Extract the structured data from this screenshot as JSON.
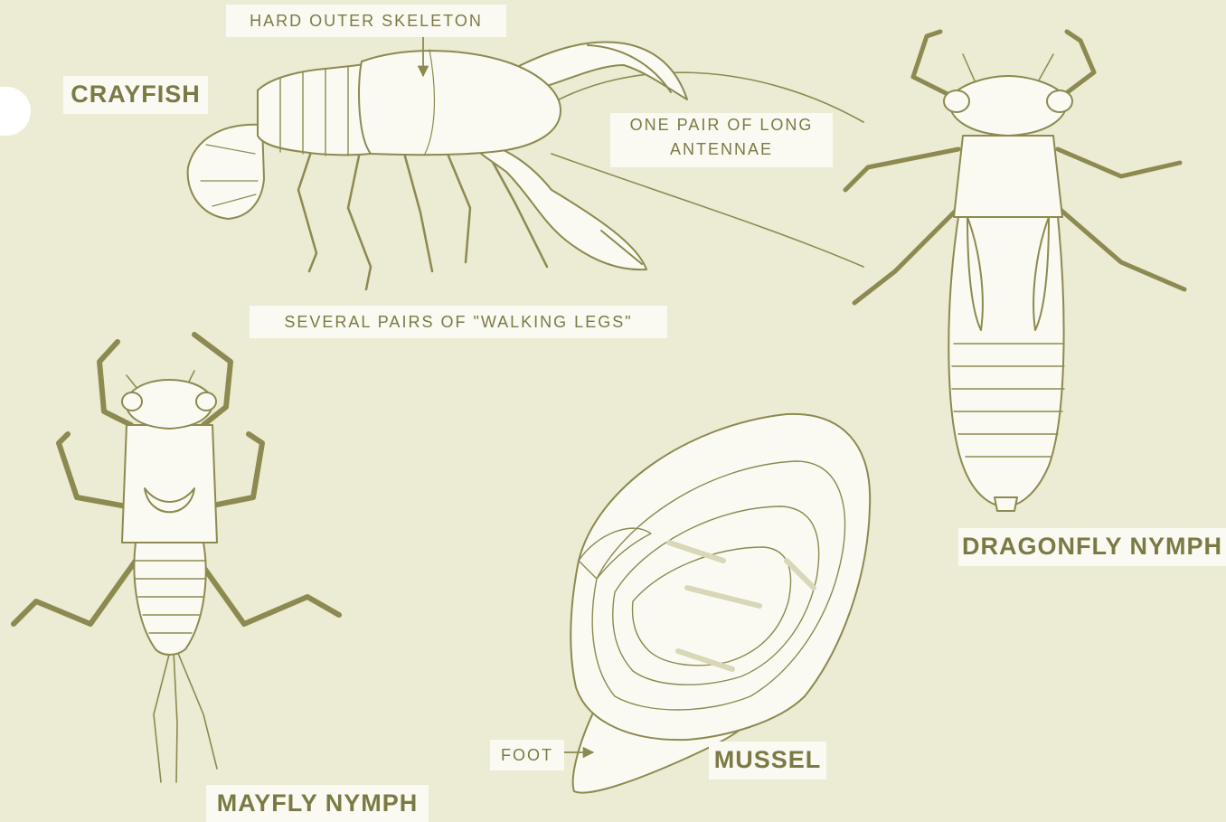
{
  "organisms": {
    "crayfish": "CRAYFISH",
    "dragonfly_nymph": "DRAGONFLY NYMPH",
    "mayfly_nymph": "MAYFLY NYMPH",
    "mussel": "MUSSEL"
  },
  "annotations": {
    "hard_outer_skeleton": "HARD OUTER SKELETON",
    "long_antennae": "ONE PAIR OF LONG\nANTENNAE",
    "walking_legs": "SEVERAL PAIRS OF \"WALKING LEGS\"",
    "foot": "FOOT"
  },
  "colors": {
    "background": "#ecebd3",
    "ink": "#8c8a50",
    "body_fill": "#fbfaf2",
    "label_bg": "#fbfaf2",
    "label_text": "#7b7a45"
  }
}
